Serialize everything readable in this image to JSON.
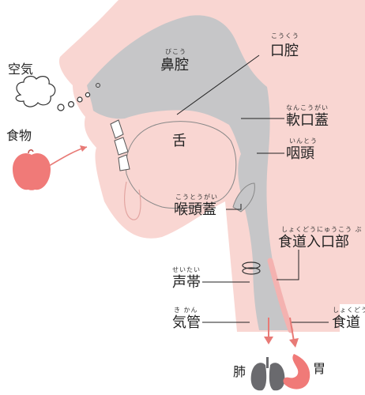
{
  "labels": {
    "nasal_cavity": {
      "text": "鼻腔",
      "ruby": "びこう"
    },
    "oral_cavity": {
      "text": "口腔",
      "ruby": "こうくう"
    },
    "soft_palate": {
      "text": "軟口蓋",
      "ruby": "なんこうがい"
    },
    "tongue": {
      "text": "舌"
    },
    "pharynx": {
      "text": "咽頭",
      "ruby": "いんとう"
    },
    "epiglottis": {
      "text": "喉頭蓋",
      "ruby": "こうとうがい"
    },
    "esophageal_entrance": {
      "text": "食道入口部",
      "ruby": "しょくどうにゅうこう ぶ"
    },
    "vocal_cords": {
      "text": "声帯",
      "ruby": "せいたい"
    },
    "trachea": {
      "text": "気管",
      "ruby": "き かん"
    },
    "esophagus": {
      "text": "食道",
      "ruby": "しょくどう"
    },
    "air": {
      "text": "空気"
    },
    "food": {
      "text": "食物"
    },
    "lungs": {
      "text": "肺"
    },
    "stomach": {
      "text": "胃"
    }
  },
  "icons": [
    "cloud-icon",
    "apple-icon",
    "lungs-icon",
    "stomach-icon"
  ],
  "colors": {
    "skin": "#f9d6d2",
    "airway": "#c6c6c8",
    "arrow": "#e87a76",
    "apple": "#f07a78",
    "line": "#222222"
  }
}
